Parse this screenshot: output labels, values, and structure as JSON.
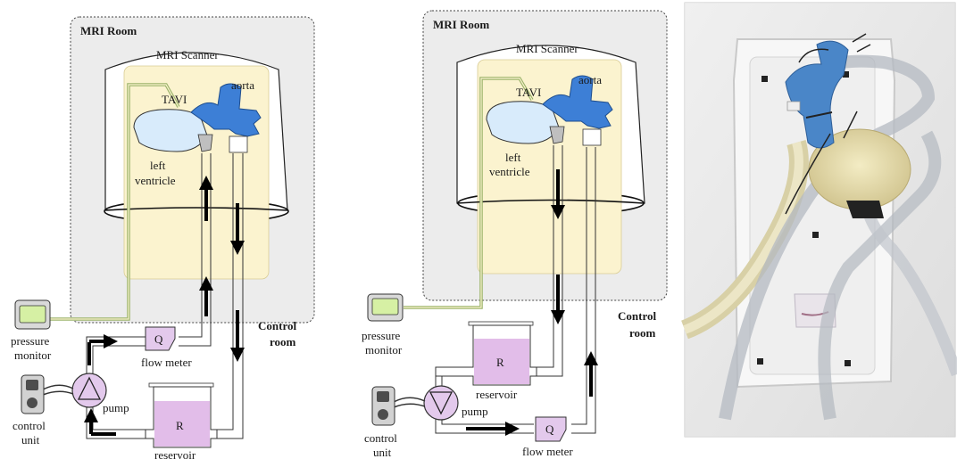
{
  "diagrams": [
    {
      "room_label": "MRI Room",
      "scanner_label": "MRI Scanner",
      "tavi_label": "TAVI",
      "aorta_label": "aorta",
      "lv_label_1": "left",
      "lv_label_2": "ventricle",
      "pressure_label_1": "pressure",
      "pressure_label_2": "monitor",
      "control_room_1": "Control",
      "control_room_2": "room",
      "flow_meter_symbol": "Q",
      "flow_meter_label": "flow meter",
      "pump_label": "pump",
      "control_unit_1": "control",
      "control_unit_2": "unit",
      "reservoir_symbol": "R",
      "reservoir_label": "reservoir"
    },
    {
      "room_label": "MRI Room",
      "scanner_label": "MRI Scanner",
      "tavi_label": "TAVI",
      "aorta_label": "aorta",
      "lv_label_1": "left",
      "lv_label_2": "ventricle",
      "pressure_label_1": "pressure",
      "pressure_label_2": "monitor",
      "control_room_1": "Control",
      "control_room_2": "room",
      "flow_meter_symbol": "Q",
      "flow_meter_label": "flow meter",
      "pump_label": "pump",
      "control_unit_1": "control",
      "control_unit_2": "unit",
      "reservoir_symbol": "R",
      "reservoir_label": "reservoir"
    }
  ],
  "colors": {
    "room_bg": "#ececec",
    "scanner_bore": "#fbf3cf",
    "aorta_blue": "#3d7fd6",
    "ventricle_fill": "#d8ebfb",
    "purple_fill": "#e3c9ec",
    "reservoir_liquid": "#e2bde9",
    "monitor_screen": "#d6f0a4",
    "pressure_line": "#9bb36a",
    "control_unit": "#4d4d4d"
  },
  "photo": {
    "icons": [
      "phantom-photo"
    ]
  }
}
